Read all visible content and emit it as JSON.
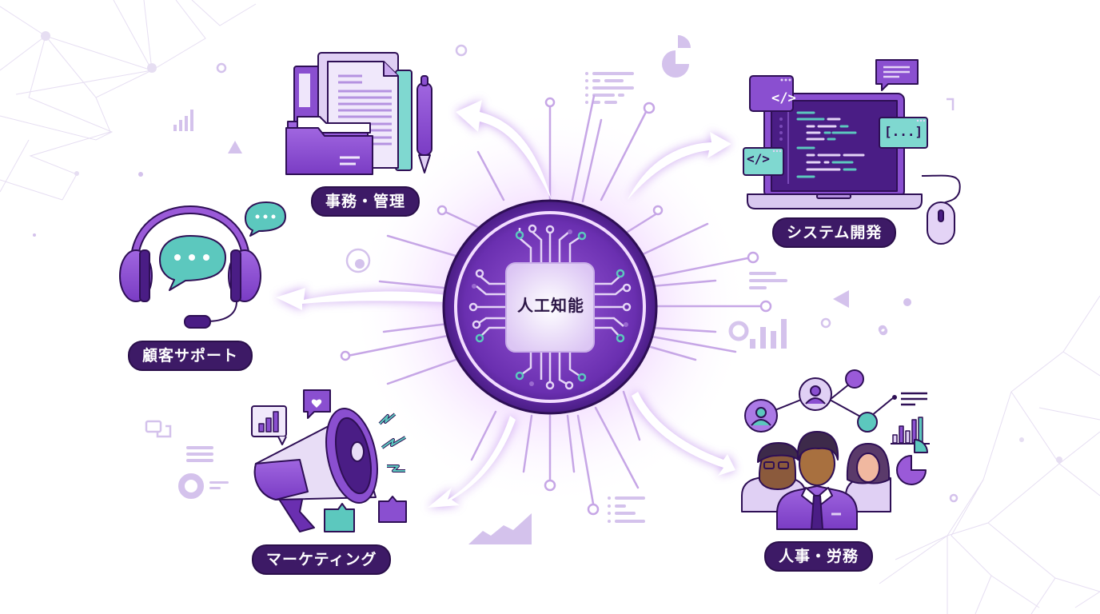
{
  "diagram": {
    "center": {
      "label": "人工知能",
      "icon": "ai-chip-icon"
    },
    "nodes": [
      {
        "id": "admin",
        "label": "事務・管理",
        "icon": "documents-folder-pen-icon",
        "position": "top-left"
      },
      {
        "id": "system",
        "label": "システム開発",
        "icon": "laptop-code-icon",
        "position": "top-right"
      },
      {
        "id": "support",
        "label": "顧客サポート",
        "icon": "headset-chat-icon",
        "position": "middle-left"
      },
      {
        "id": "marketing",
        "label": "マーケティング",
        "icon": "megaphone-icon",
        "position": "bottom-left"
      },
      {
        "id": "hr",
        "label": "人事・労務",
        "icon": "team-network-icon",
        "position": "bottom-right"
      }
    ],
    "code_snippets": {
      "tag1": "</>",
      "tag2": "</>",
      "brackets": "[...]"
    }
  },
  "colors": {
    "primary": "#7b3fc4",
    "dark": "#3d1a66",
    "light": "#d9c8f0",
    "teal": "#5cc8be",
    "glow": "#e9b8ff"
  }
}
